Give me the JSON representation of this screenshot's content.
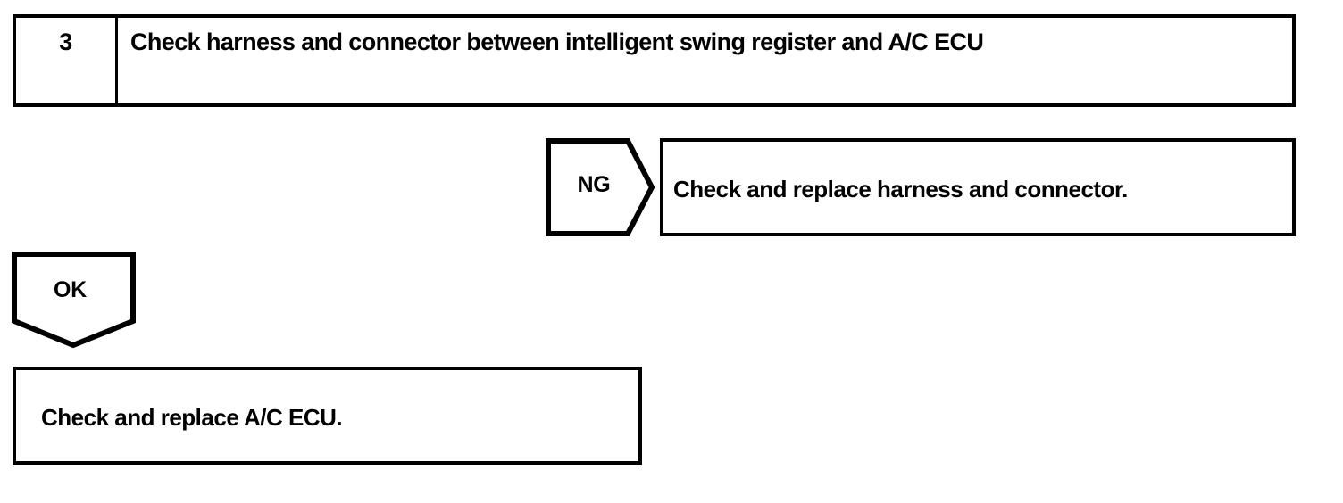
{
  "diagram": {
    "type": "troubleshooting-flowchart",
    "step": {
      "number": "3",
      "title": "Check harness and connector between intelligent swing register and A/C ECU"
    },
    "branches": [
      {
        "tag": "NG",
        "tag_shape": "right-pointing-pentagon",
        "result": "Check and replace harness and connector."
      },
      {
        "tag": "OK",
        "tag_shape": "down-pointing-pentagon",
        "result": "Check and replace A/C ECU."
      }
    ],
    "ng_tag_label": "NG",
    "ng_result_text": "Check and replace harness and connector.",
    "ok_tag_label": "OK",
    "ok_result_text": "Check and replace A/C ECU.",
    "colors": {
      "ink": "#000000",
      "paper": "#ffffff"
    }
  }
}
